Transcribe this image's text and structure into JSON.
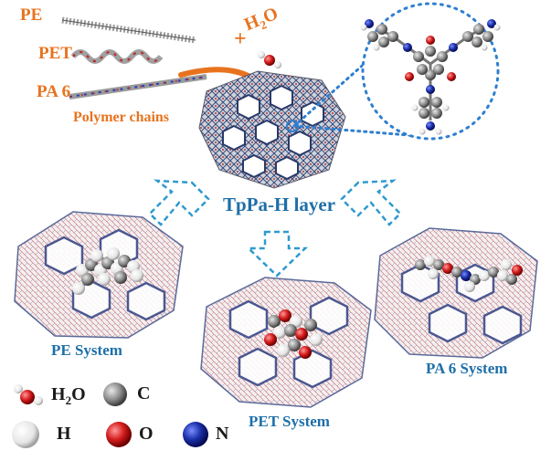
{
  "polymers": {
    "pe": "PE",
    "pet": "PET",
    "pa6": "PA 6",
    "caption": "Polymer chains"
  },
  "water_label_h": "H",
  "water_label_sub": "2",
  "water_label_o": "O",
  "plus": "+",
  "layer_label": "TpPa-H layer",
  "systems": {
    "pe": "PE System",
    "pet": "PET System",
    "pa6": "PA 6 System"
  },
  "legend": {
    "water_h": "H",
    "water_sub": "2",
    "water_o": "O",
    "carbon": "C",
    "hydrogen": "H",
    "oxygen": "O",
    "nitrogen": "N"
  },
  "colors": {
    "orange": "#E8731E",
    "blue_label": "#1E6FA8",
    "dashed_arrow": "#2E9ACF",
    "dotted_circle": "#2E7FD0",
    "carbon": "#8a8a8a",
    "hydrogen": "#f2f2f2",
    "oxygen": "#d41c1c",
    "nitrogen": "#1a2fa8"
  }
}
